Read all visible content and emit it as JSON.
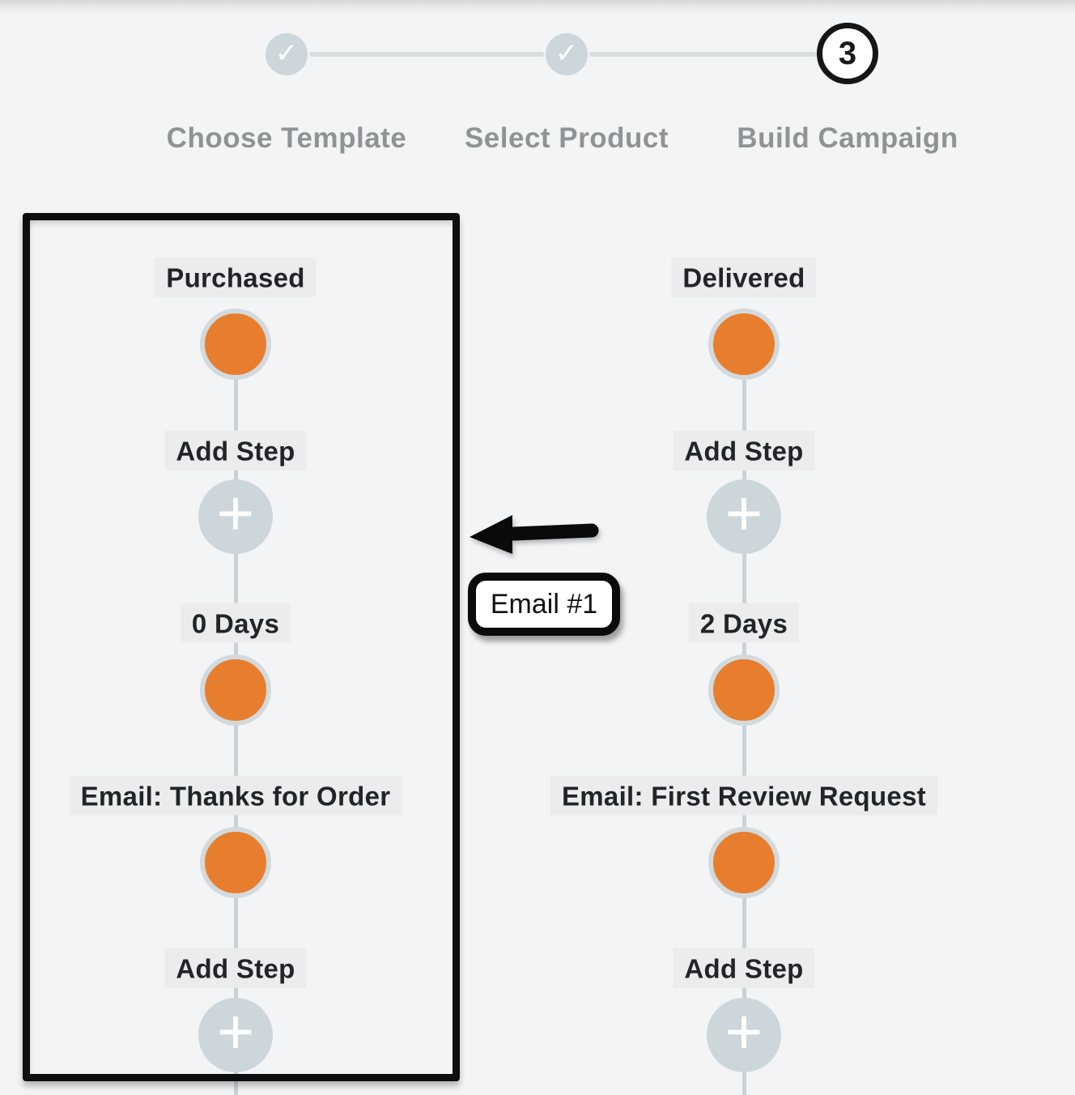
{
  "stepper": {
    "steps": [
      {
        "label": "Choose Template",
        "state": "complete",
        "glyph": "✓"
      },
      {
        "label": "Select Product",
        "state": "complete",
        "glyph": "✓"
      },
      {
        "label": "Build Campaign",
        "state": "current",
        "number": "3"
      }
    ]
  },
  "flows": [
    {
      "name": "purchased-flow",
      "highlighted": true,
      "items": [
        {
          "type": "trigger",
          "label": "Purchased"
        },
        {
          "type": "add-step",
          "label": "Add Step"
        },
        {
          "type": "delay",
          "label": "0 Days"
        },
        {
          "type": "email",
          "label": "Email: Thanks for Order"
        },
        {
          "type": "add-step",
          "label": "Add Step"
        }
      ]
    },
    {
      "name": "delivered-flow",
      "highlighted": false,
      "items": [
        {
          "type": "trigger",
          "label": "Delivered"
        },
        {
          "type": "add-step",
          "label": "Add Step"
        },
        {
          "type": "delay",
          "label": "2 Days"
        },
        {
          "type": "email",
          "label": "Email: First Review Request"
        },
        {
          "type": "add-step",
          "label": "Add Step"
        }
      ]
    }
  ],
  "annotation": {
    "label": "Email #1"
  },
  "ui": {
    "plus_glyph": "+"
  },
  "colors": {
    "accent_orange": "#e77e2e",
    "node_gray": "#cdd6da",
    "connector_line": "#cbd2d6",
    "step_label_gray": "#8e9396",
    "text_dark": "#212529",
    "annotation_black": "#0e0e0e",
    "page_background": "#f3f4f6"
  }
}
